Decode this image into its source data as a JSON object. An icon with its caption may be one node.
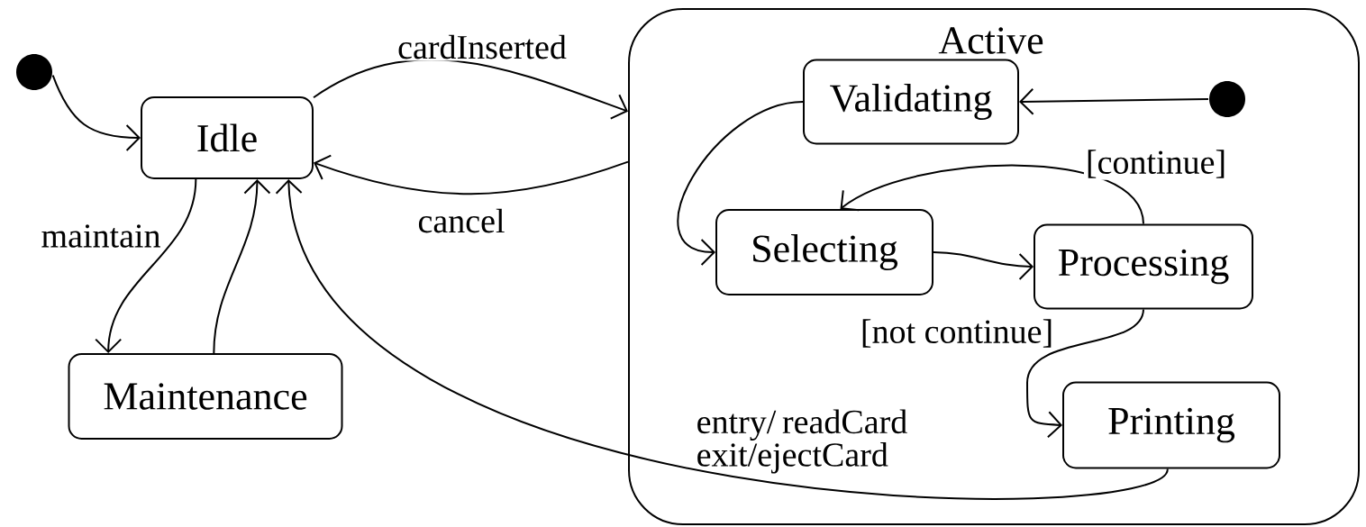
{
  "diagram": {
    "nodes": [
      {
        "text": [],
        "shape": "circle"
      },
      {
        "text": [
          "Idle"
        ]
      },
      {
        "text": [
          "Maintenance"
        ]
      },
      {
        "text": [
          "Active",
          "entry/ readCard exit/ejectCard"
        ]
      },
      {
        "text": [
          "Validating"
        ],
        "in": 3
      },
      {
        "text": [],
        "shape": "circle",
        "in": 3
      },
      {
        "text": [
          "Selecting"
        ],
        "in": 3
      },
      {
        "text": [
          "Processing"
        ],
        "in": 3
      },
      {
        "text": [
          "Printing"
        ],
        "in": 3
      }
    ],
    "edges": [
      {
        "from": 0,
        "to": 1,
        "arrow": "to"
      },
      {
        "from": 1,
        "to": 3,
        "arrow": "to",
        "label": "cardInserted"
      },
      {
        "from": 3,
        "to": 1,
        "arrow": "to",
        "label": "cancel"
      },
      {
        "from": 1,
        "to": 2,
        "arrow": "to",
        "label": "maintain"
      },
      {
        "from": 2,
        "to": 1,
        "arrow": "to"
      },
      {
        "from": 5,
        "to": 4,
        "arrow": "to"
      },
      {
        "from": 4,
        "to": 6,
        "arrow": "to"
      },
      {
        "from": 6,
        "to": 7,
        "arrow": "to"
      },
      {
        "from": 7,
        "to": 6,
        "arrow": "to",
        "label": "[continue]"
      },
      {
        "from": 7,
        "to": 8,
        "arrow": "to",
        "label": "[not continue]"
      },
      {
        "from": 8,
        "to": 1,
        "arrow": "to"
      }
    ]
  }
}
